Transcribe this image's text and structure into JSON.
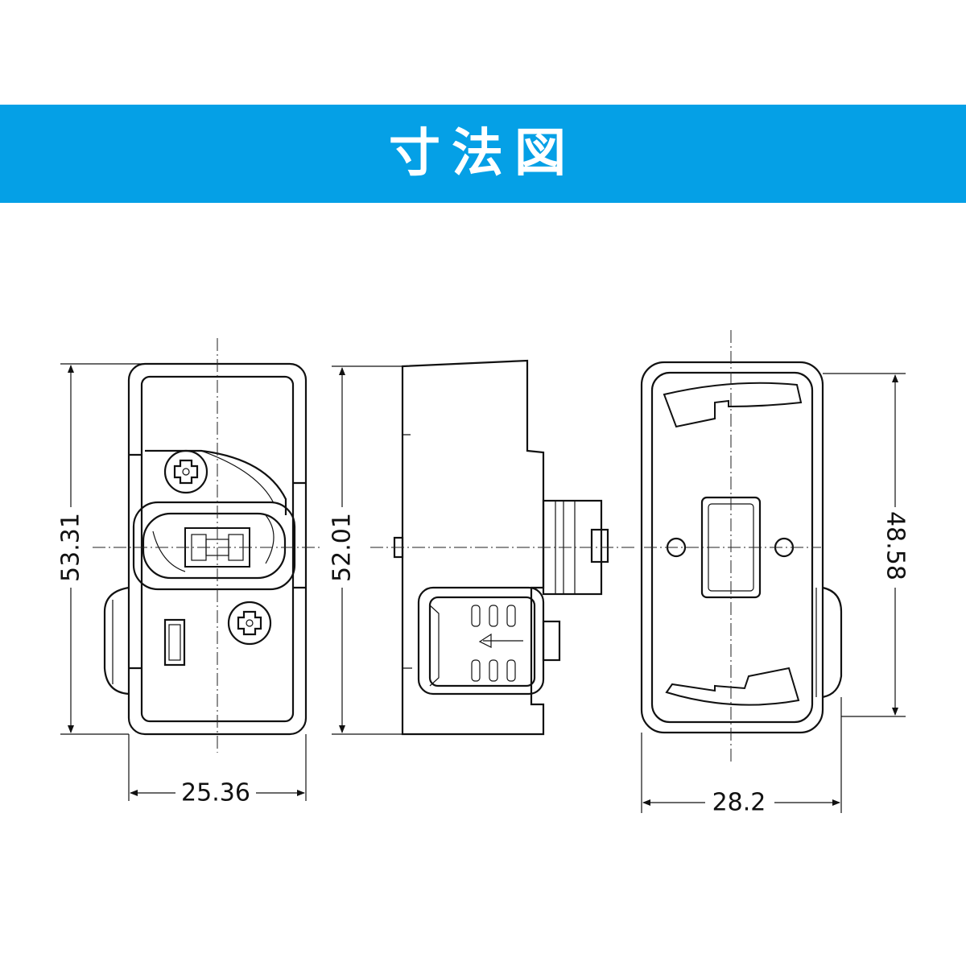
{
  "header": {
    "title": "寸法図",
    "background_color": "#05a0e6",
    "text_color": "#ffffff"
  },
  "views": {
    "front": {
      "height_dim": "53.31",
      "width_dim": "25.36"
    },
    "side": {
      "height_dim": "52.01"
    },
    "back": {
      "height_dim": "48.58",
      "width_dim": "28.2"
    }
  }
}
